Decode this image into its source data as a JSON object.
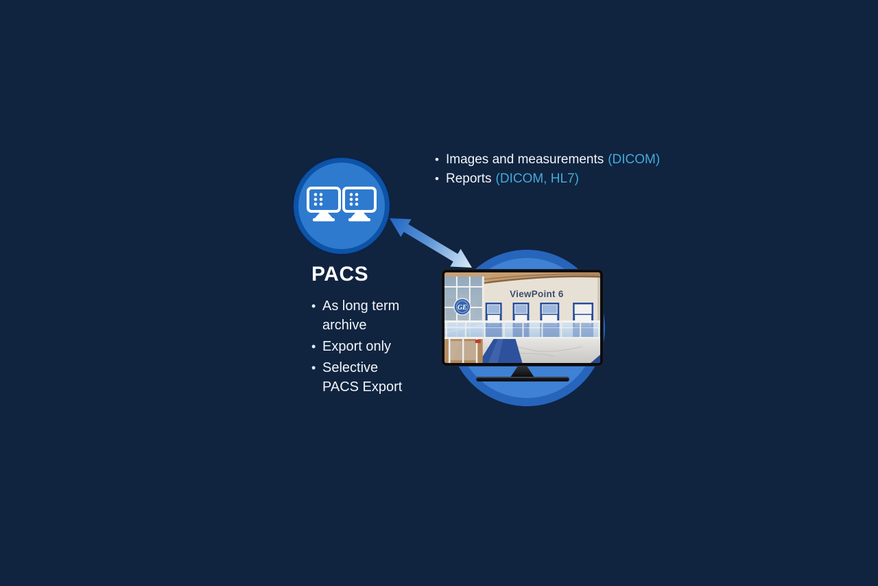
{
  "slide_background": "#102440",
  "flow_list": {
    "bullet": "•",
    "items": [
      {
        "label": "Images and measurements",
        "protocol": "(DICOM)"
      },
      {
        "label": "Reports",
        "protocol": "(DICOM, HL7)"
      }
    ]
  },
  "pacs": {
    "title": "PACS",
    "bullet": "•",
    "items": [
      "As long term\narchive",
      "Export only",
      "Selective\nPACS Export"
    ],
    "icon": "dual-monitor-icon"
  },
  "viewpoint": {
    "screen_title": "ViewPoint 6",
    "logo_text": "GE",
    "icon": "monitor-showroom"
  },
  "arrow": {
    "icon": "double-headed-arrow",
    "direction": "bidirectional"
  },
  "colors": {
    "background": "#102440",
    "text": "#f2f5f8",
    "accent_cyan": "#45a9d9",
    "pacs_circle_fill": "#2e7ace",
    "pacs_circle_ring": "#0d53a7",
    "viewpoint_circle_fill": "#3f81d4",
    "viewpoint_circle_ring": "#2765bd",
    "arrow_gradient_start": "#2166c3",
    "arrow_gradient_end": "#dcebf9",
    "monitor_bezel": "#0a0c10"
  }
}
